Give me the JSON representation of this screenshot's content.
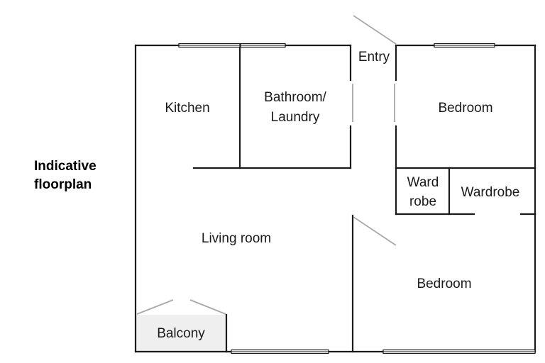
{
  "title": {
    "line1": "Indicative",
    "line2": "floorplan"
  },
  "rooms": {
    "kitchen": "Kitchen",
    "bathroom_line1": "Bathroom/",
    "bathroom_line2": "Laundry",
    "entry": "Entry",
    "bedroom_top": "Bedroom",
    "wardrobe_small_line1": "Ward",
    "wardrobe_small_line2": "robe",
    "wardrobe": "Wardrobe",
    "living_room": "Living room",
    "bedroom_bottom": "Bedroom",
    "balcony": "Balcony"
  },
  "colors": {
    "wall": "#1a1a1a",
    "door_swing": "#a8a8a8",
    "balcony_fill": "#efefef"
  }
}
